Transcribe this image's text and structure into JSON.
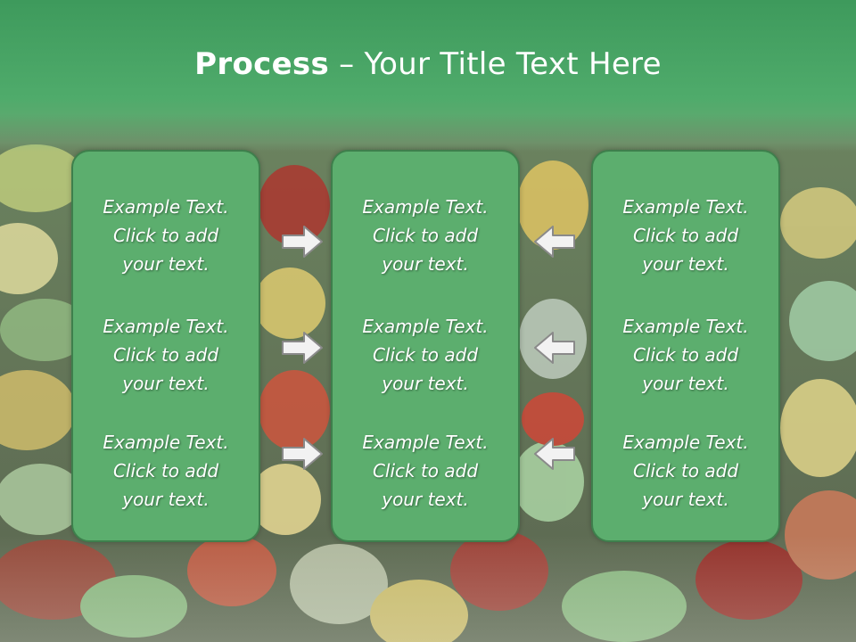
{
  "slide": {
    "title_bold": "Process",
    "title_rest": " – Your Title Text Here"
  },
  "columns": [
    {
      "blocks": [
        {
          "l1": "Example Text.",
          "l2": "Click  to add",
          "l3": "your text."
        },
        {
          "l1": "Example Text.",
          "l2": "Click  to add",
          "l3": "your text."
        },
        {
          "l1": "Example Text.",
          "l2": "Click  to add",
          "l3": "your text."
        }
      ]
    },
    {
      "blocks": [
        {
          "l1": "Example Text.",
          "l2": "Click  to add",
          "l3": "your text."
        },
        {
          "l1": "Example Text.",
          "l2": "Click  to add",
          "l3": "your text."
        },
        {
          "l1": "Example Text.",
          "l2": "Click  to add",
          "l3": "your text."
        }
      ]
    },
    {
      "blocks": [
        {
          "l1": "Example Text.",
          "l2": "Click  to add",
          "l3": "your text."
        },
        {
          "l1": "Example Text.",
          "l2": "Click  to add",
          "l3": "your text."
        },
        {
          "l1": "Example Text.",
          "l2": "Click  to add",
          "l3": "your text."
        }
      ]
    }
  ],
  "arrows": {
    "left_group": "arrow-right-icon",
    "right_group": "arrow-left-icon"
  },
  "colors": {
    "panel_fill": "#5cae6e",
    "panel_border": "#3e7f4c",
    "title_band": "#4fab6b",
    "arrow_fill": "#f2f2f2",
    "arrow_stroke": "#8a8a8a"
  }
}
